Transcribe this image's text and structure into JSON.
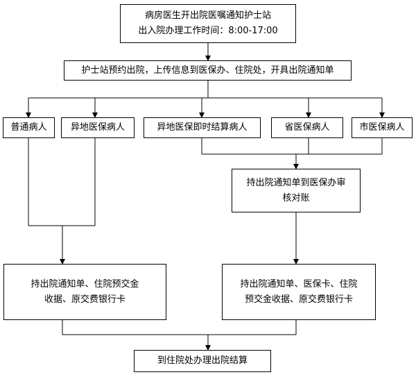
{
  "flow": {
    "start": {
      "line1": "病房医生开出院医嘱通知护士站",
      "line2": "出入院办理工作时间：8:00-17:00"
    },
    "booking": {
      "label": "护士站预约出院，上传信息到医保办、住院处，开具出院通知单"
    },
    "patient_types": {
      "ordinary": "普通病人",
      "remote_insured": "异地医保病人",
      "remote_instant_settlement": "异地医保即时结算病人",
      "provincial_insured": "省医保病人",
      "city_insured": "市医保病人"
    },
    "audit": {
      "line1": "持出院通知单到医保办审",
      "line2": "核对账"
    },
    "docs_left": {
      "line1": "持出院通知单、住院预交金",
      "line2": "收据、原交费银行卡"
    },
    "docs_right": {
      "line1": "持出院通知单、医保卡、住院",
      "line2": "预交金收据、原交费银行卡"
    },
    "final": {
      "label": "到住院处办理出院结算"
    }
  }
}
